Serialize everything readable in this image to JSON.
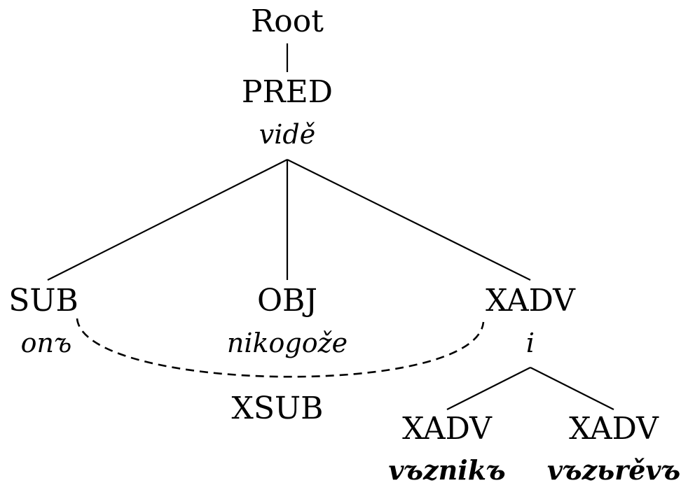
{
  "nodes": {
    "root": {
      "label": "Root"
    },
    "pred": {
      "label": "PRED",
      "word": "vidě"
    },
    "sub": {
      "label": "SUB",
      "word": "onъ"
    },
    "obj": {
      "label": "OBJ",
      "word": "nikogože"
    },
    "xadv": {
      "label": "XADV",
      "word": "i"
    },
    "xadv_l": {
      "label": "XADV",
      "word": "vъznikъ"
    },
    "xadv_r": {
      "label": "XADV",
      "word": "vъzьrěvъ"
    }
  },
  "edges": [
    {
      "from": "root",
      "to": "pred"
    },
    {
      "from": "pred",
      "to": "sub"
    },
    {
      "from": "pred",
      "to": "obj"
    },
    {
      "from": "pred",
      "to": "xadv"
    },
    {
      "from": "xadv",
      "to": "xadv_l"
    },
    {
      "from": "xadv",
      "to": "xadv_r"
    }
  ],
  "secondary_edge": {
    "from": "sub",
    "to": "xadv",
    "label": "XSUB",
    "style": "dashed"
  }
}
